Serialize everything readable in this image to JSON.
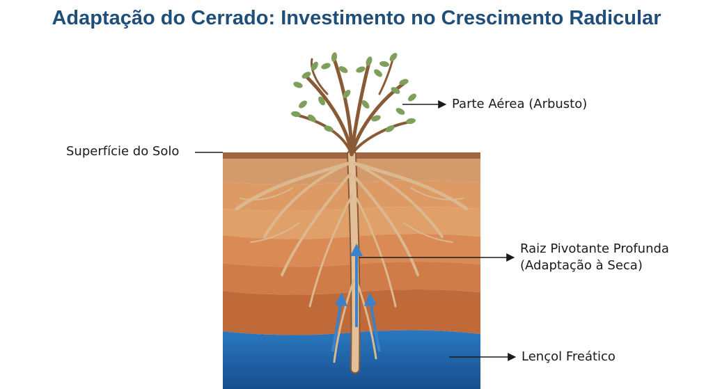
{
  "title": "Adaptação do Cerrado: Investimento no Crescimento Radicular",
  "labels": {
    "soil_surface": "Superfície do Solo",
    "aerial_part": "Parte Aérea (Arbusto)",
    "taproot_line1": "Raiz Pivotante Profunda",
    "taproot_line2": "(Adaptação à Seca)",
    "water_table": "Lençol Freático"
  },
  "colors": {
    "title": "#1f4e79",
    "soil_top": "#c98a5a",
    "soil_bottom": "#b35a2c",
    "water": "#1f5fa0",
    "root": "#d9b48a",
    "leaf": "#7fa05a",
    "arrow": "#3b82c8"
  },
  "icons": [
    "arrow-right-icon",
    "water-flow-arrow-icon",
    "leaf-icon"
  ]
}
